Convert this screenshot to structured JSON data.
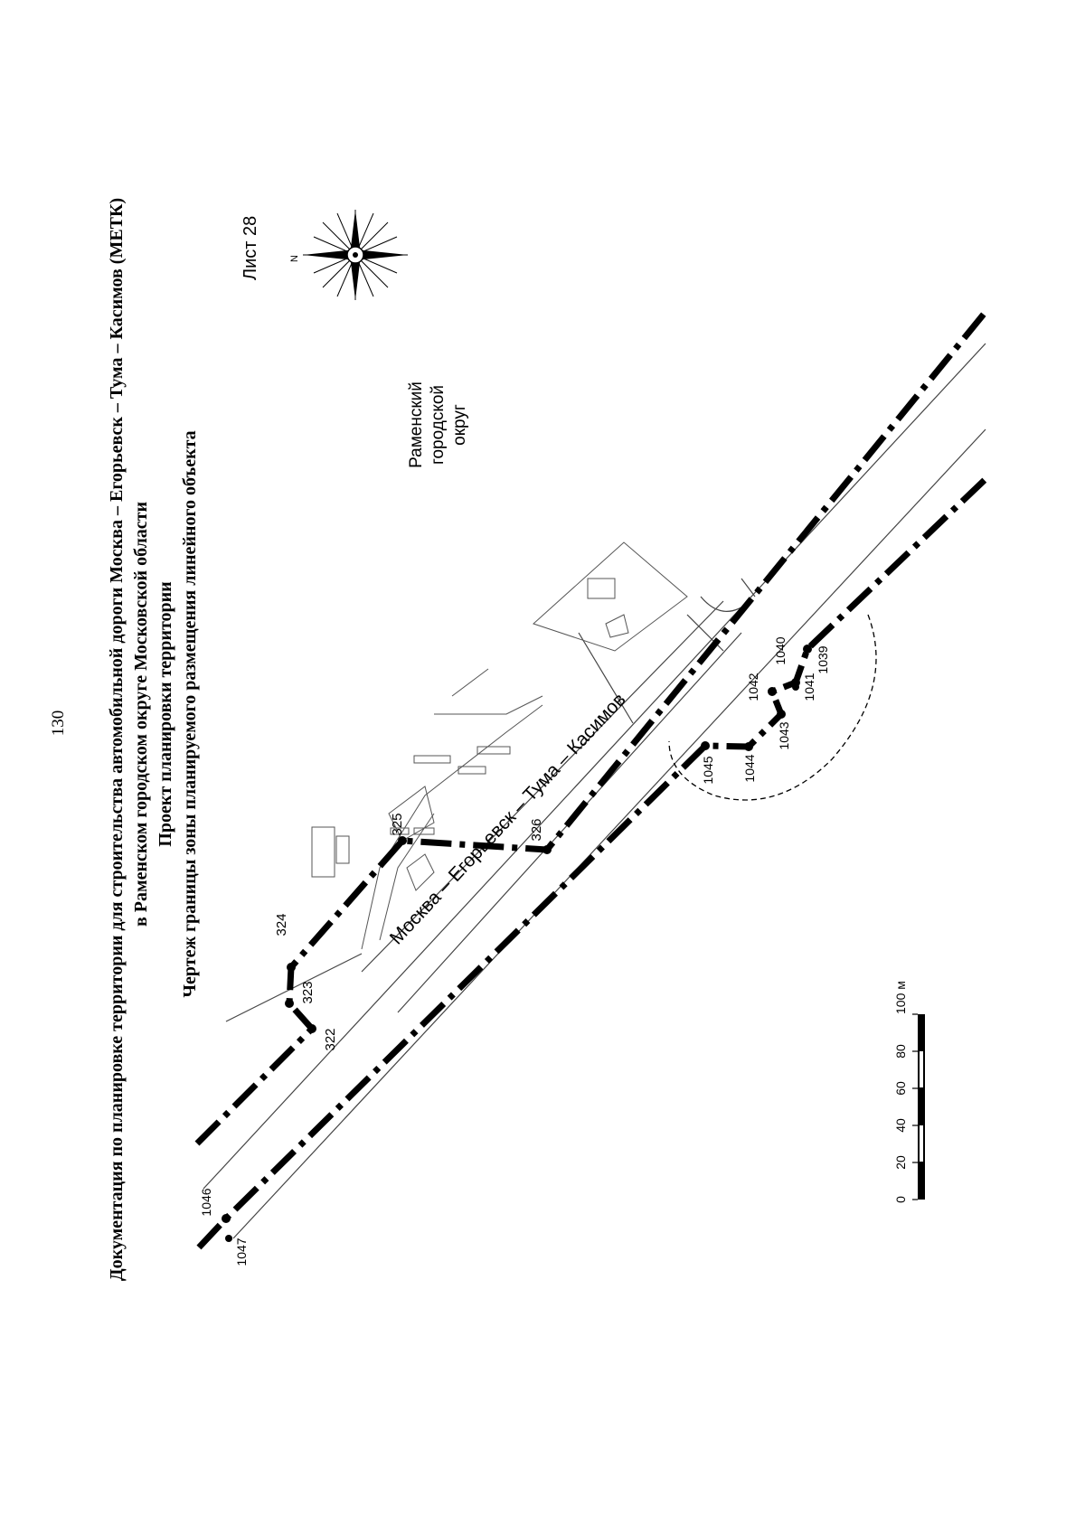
{
  "page_number": "130",
  "title_lines": [
    "Документация по планировке территории для строительства автомобильной дороги Москва – Егорьевск – Тума – Касимов (МЕТК)",
    "в Раменском городском округе Московской области",
    "Проект планировки территории",
    "Чертеж границы зоны планируемого размещения линейного объекта"
  ],
  "sheet_label": "Лист 28",
  "district_label": [
    "Раменский",
    "городской",
    "округ"
  ],
  "road_label": "Москва – Егорьевск – Тума – Касимов",
  "compass_letter": "N",
  "boundary_points": [
    "322",
    "323",
    "324",
    "325",
    "326",
    "1039",
    "1040",
    "1041",
    "1042",
    "1043",
    "1044",
    "1045",
    "1046",
    "1047"
  ],
  "scale_bar": {
    "ticks": [
      "0",
      "20",
      "40",
      "60",
      "80",
      "100 м"
    ],
    "max_value": 100,
    "unit": "м"
  },
  "icons": [
    "compass-rose-icon"
  ],
  "colors": {
    "ink": "#000000",
    "background": "#ffffff"
  }
}
